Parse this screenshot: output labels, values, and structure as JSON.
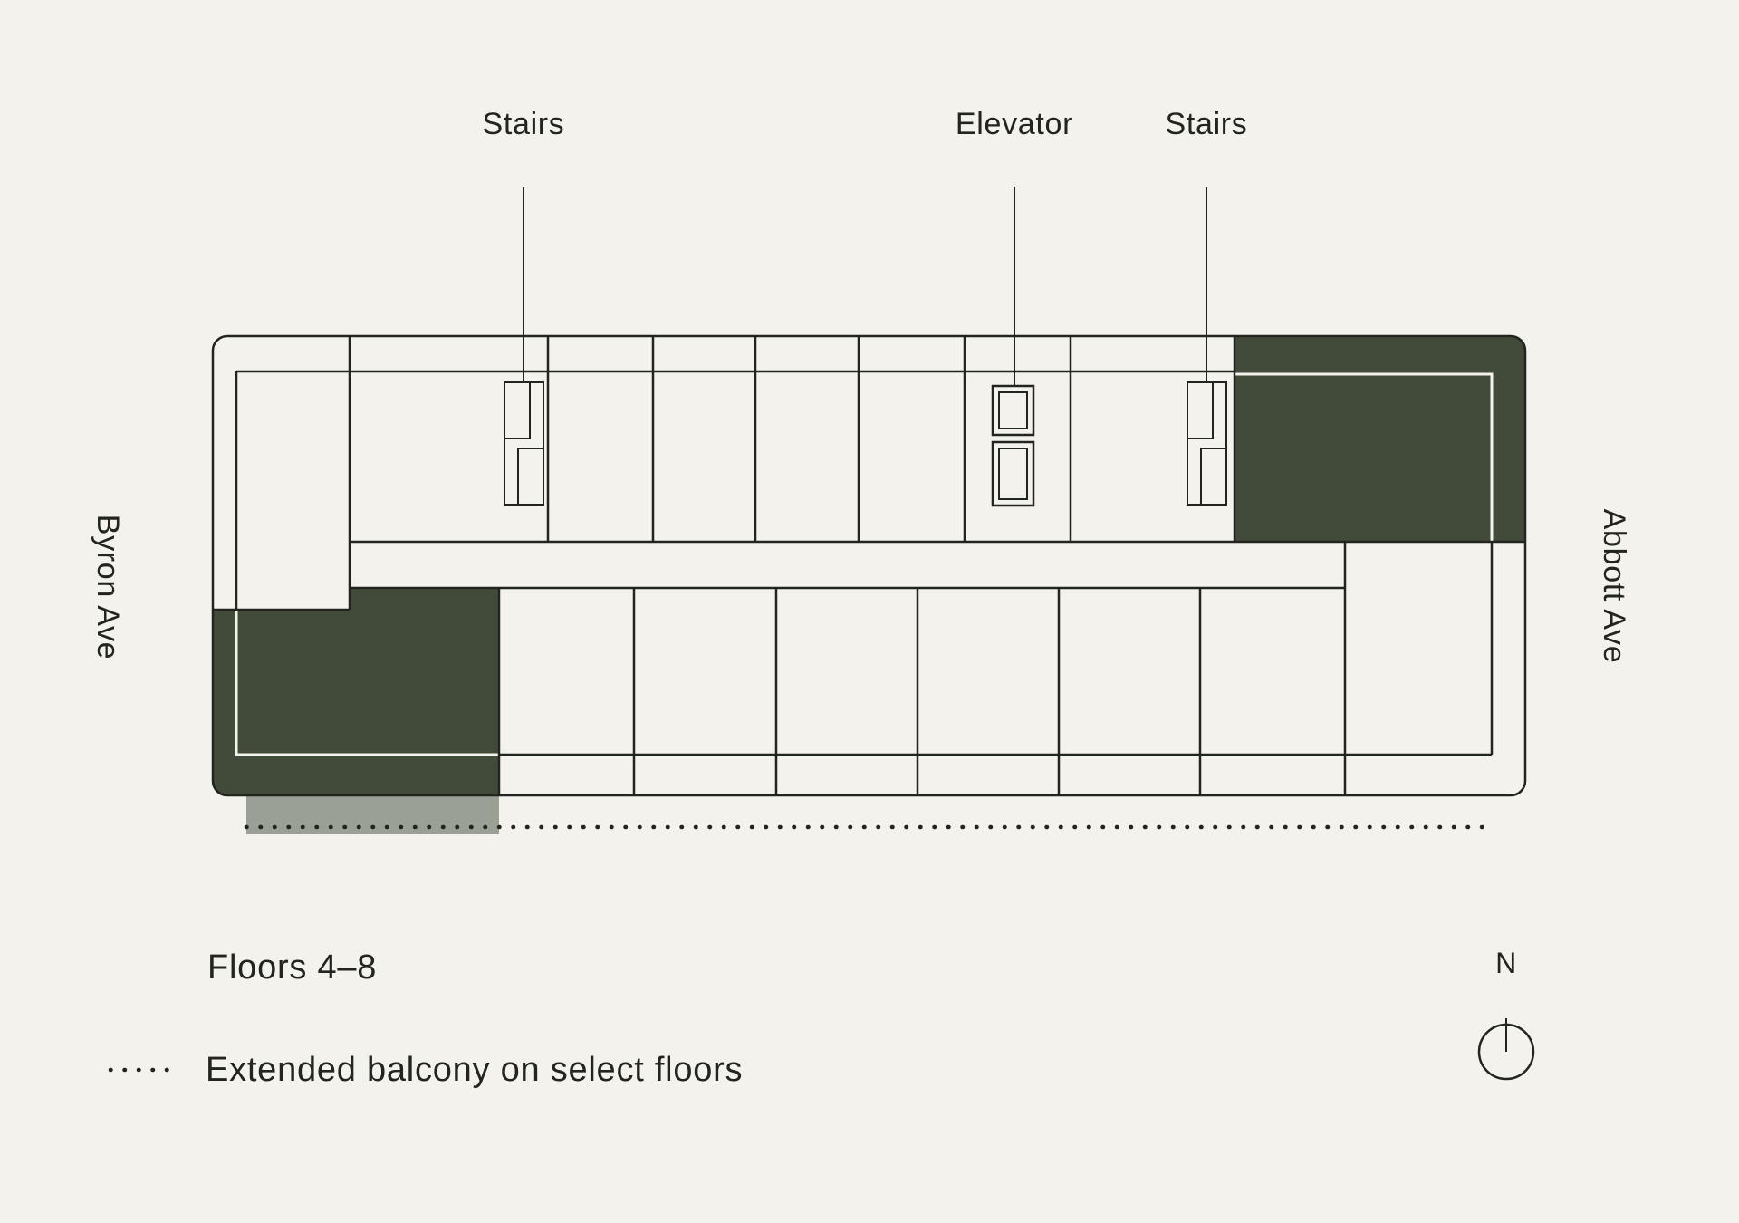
{
  "callouts": {
    "stairs_left": "Stairs",
    "elevator": "Elevator",
    "stairs_right": "Stairs"
  },
  "streets": {
    "left": "Byron Ave",
    "right": "Abbott Ave"
  },
  "floors_label": "Floors 4–8",
  "legend_text": "Extended balcony on select floors",
  "compass_label": "N",
  "colors": {
    "background": "#F4F2EC",
    "ink": "#21241F",
    "unit_green": "#424A39",
    "balcony_gray": "#9BA094"
  }
}
